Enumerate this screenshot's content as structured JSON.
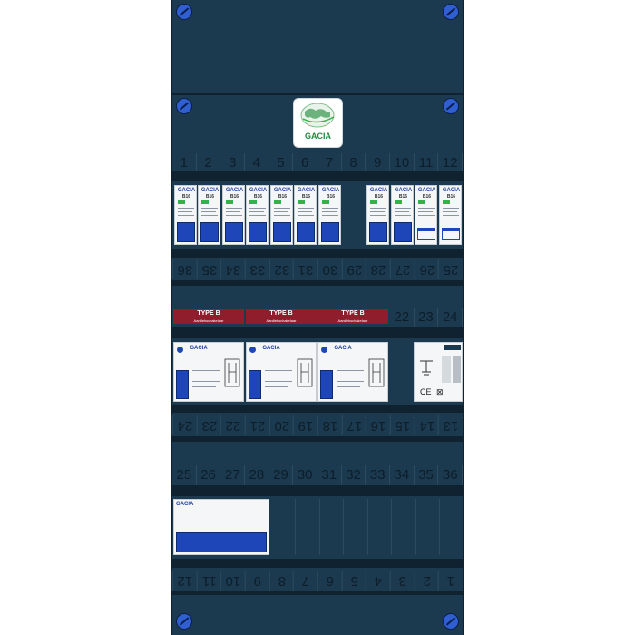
{
  "logo": {
    "brand": "GACIA"
  },
  "strip_top": [
    "1",
    "2",
    "3",
    "4",
    "5",
    "6",
    "7",
    "8",
    "9",
    "10",
    "11",
    "12"
  ],
  "strip_row2": [
    "36",
    "35",
    "34",
    "33",
    "32",
    "31",
    "30",
    "29",
    "28",
    "27",
    "26",
    "25"
  ],
  "strip_row3": [
    "22",
    "23",
    "24"
  ],
  "strip_row4": [
    "24",
    "23",
    "22",
    "21",
    "20",
    "19",
    "18",
    "17",
    "16",
    "15",
    "14",
    "13"
  ],
  "strip_row5": [
    "25",
    "26",
    "27",
    "28",
    "29",
    "30",
    "31",
    "32",
    "33",
    "34",
    "35",
    "36"
  ],
  "strip_row6": [
    "12",
    "11",
    "10",
    "9",
    "8",
    "7",
    "6",
    "5",
    "4",
    "3",
    "2",
    "1"
  ],
  "breakers": {
    "brand": "GACIA",
    "rating": "B16"
  },
  "rcd_labels": [
    "TYPE B",
    "TYPE B",
    "TYPE B"
  ],
  "rcd_sub": "Aardlekschakelaar",
  "rcd_brand": "GACIA",
  "main_switch": {
    "brand": "GACIA"
  },
  "colors": {
    "panel": "#1c3a4f",
    "breaker_lever": "#1f46b8",
    "typeb": "#8f1d2c",
    "indicator": "#2fb34a"
  }
}
